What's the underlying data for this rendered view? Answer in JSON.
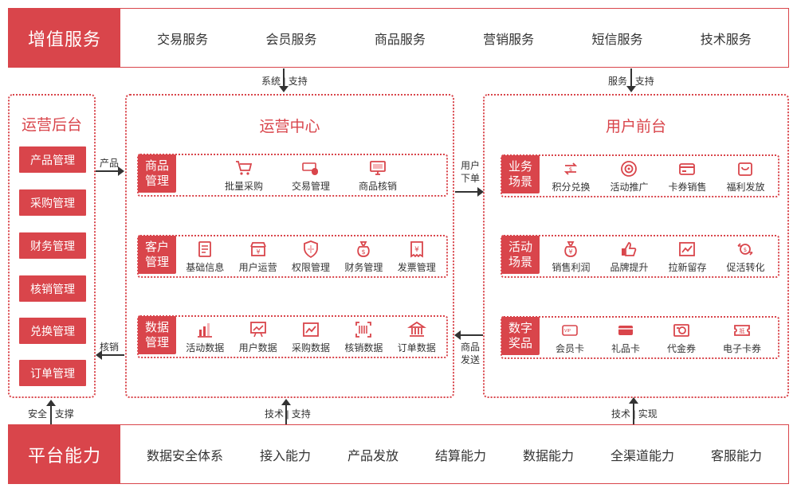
{
  "value_added": {
    "title": "增值服务",
    "items": [
      "交易服务",
      "会员服务",
      "商品服务",
      "营销服务",
      "短信服务",
      "技术服务"
    ]
  },
  "platform": {
    "title": "平台能力",
    "items": [
      "数据安全体系",
      "接入能力",
      "产品发放",
      "结算能力",
      "数据能力",
      "全渠道能力",
      "客服能力"
    ]
  },
  "ops_backend": {
    "title": "运营后台",
    "buttons": [
      "产品管理",
      "采购管理",
      "财务管理",
      "核销管理",
      "兑换管理",
      "订单管理"
    ]
  },
  "ops_center": {
    "title": "运营中心",
    "rows": [
      {
        "label": "商品管理",
        "items": [
          "批量采购",
          "交易管理",
          "商品核销"
        ]
      },
      {
        "label": "客户管理",
        "items": [
          "基础信息",
          "用户运营",
          "权限管理",
          "财务管理",
          "发票管理"
        ]
      },
      {
        "label": "数据管理",
        "items": [
          "活动数据",
          "用户数据",
          "采购数据",
          "核销数据",
          "订单数据"
        ]
      }
    ]
  },
  "user_front": {
    "title": "用户前台",
    "rows": [
      {
        "label": "业务场景",
        "items": [
          "积分兑换",
          "活动推广",
          "卡券销售",
          "福利发放"
        ]
      },
      {
        "label": "活动场景",
        "items": [
          "销售利润",
          "品牌提升",
          "拉新留存",
          "促活转化"
        ]
      },
      {
        "label": "数字奖品",
        "items": [
          "会员卡",
          "礼品卡",
          "代金券",
          "电子卡券"
        ]
      }
    ]
  },
  "connectors": {
    "top_left": "系统 | 支持",
    "top_right": "服务 | 支持",
    "bottom_left": "安全 | 支撑",
    "bottom_mid": "技术 | 支持",
    "bottom_right": "技术 | 实现",
    "product": "产品",
    "writeoff": "核销",
    "user_order": "用户\n下单",
    "goods_delivery": "商品\n发送"
  },
  "colors": {
    "accent": "#d9454b"
  }
}
